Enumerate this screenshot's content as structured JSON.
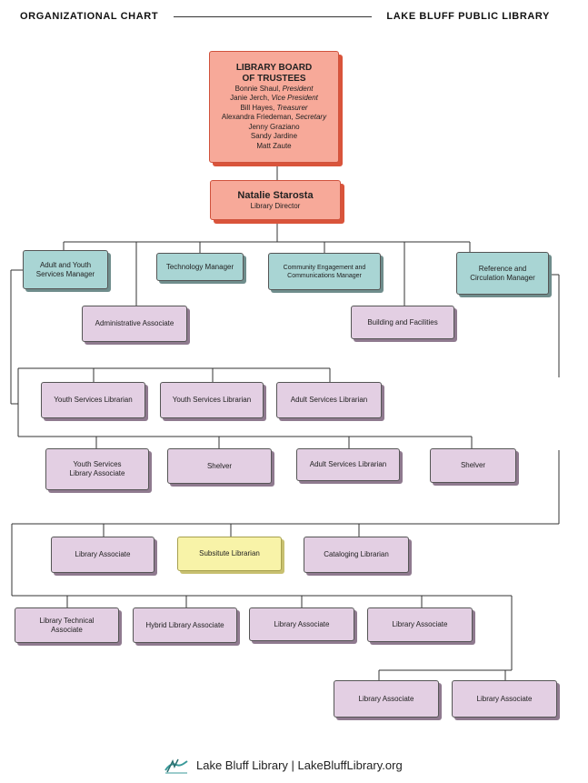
{
  "header": {
    "left_title": "ORGANIZATIONAL CHART",
    "right_title": "LAKE BLUFF PUBLIC LIBRARY"
  },
  "board": {
    "title_line1": "LIBRARY BOARD",
    "title_line2": "OF TRUSTEES",
    "members": [
      {
        "name": "Bonnie Shaul,",
        "role": "President"
      },
      {
        "name": "Janie Jerch,",
        "role": "Vice President"
      },
      {
        "name": "Bill Hayes,",
        "role": "Treasurer"
      },
      {
        "name": "Alexandra Friedeman,",
        "role": "Secretary"
      },
      {
        "name": "Jenny Graziano",
        "role": ""
      },
      {
        "name": "Sandy Jardine",
        "role": ""
      },
      {
        "name": "Matt Zaute",
        "role": ""
      }
    ]
  },
  "director": {
    "name": "Natalie Starosta",
    "title": "Library Director"
  },
  "managers": {
    "adult_youth": [
      "Adult and Youth",
      "Services Manager"
    ],
    "technology": "Technology Manager",
    "community": [
      "Community Engagement and",
      "Communications Manager"
    ],
    "reference": [
      "Reference and",
      "Circulation Manager"
    ]
  },
  "staff": {
    "admin_associate": "Administrative Associate",
    "building": "Building and Facilities",
    "youth_librarian_1": "Youth Services Librarian",
    "youth_librarian_2": "Youth Services Librarian",
    "adult_librarian_1": "Adult Services Librarian",
    "youth_library_associate": [
      "Youth Services",
      "Library Associate"
    ],
    "shelver_1": "Shelver",
    "adult_librarian_2": "Adult Services Librarian",
    "shelver_2": "Shelver",
    "library_associate_1": "Library Associate",
    "substitute_librarian": "Subsitute Librarian",
    "cataloging_librarian": "Cataloging Librarian",
    "library_technical_associate": [
      "Library Technical",
      "Associate"
    ],
    "hybrid_library_associate": "Hybrid Library Associate",
    "library_associate_2": "Library Associate",
    "library_associate_3": "Library Associate",
    "library_associate_4": "Library Associate",
    "library_associate_5": "Library Associate"
  },
  "footer": {
    "text": "Lake Bluff Library | LakeBluffLibrary.org"
  },
  "colors": {
    "board_fill": "#f7a999",
    "board_shadow": "#d9543b",
    "manager_fill": "#a9d5d4",
    "staff_fill": "#e3cfe3",
    "substitute_fill": "#f8f3a8",
    "connector": "#333333"
  }
}
